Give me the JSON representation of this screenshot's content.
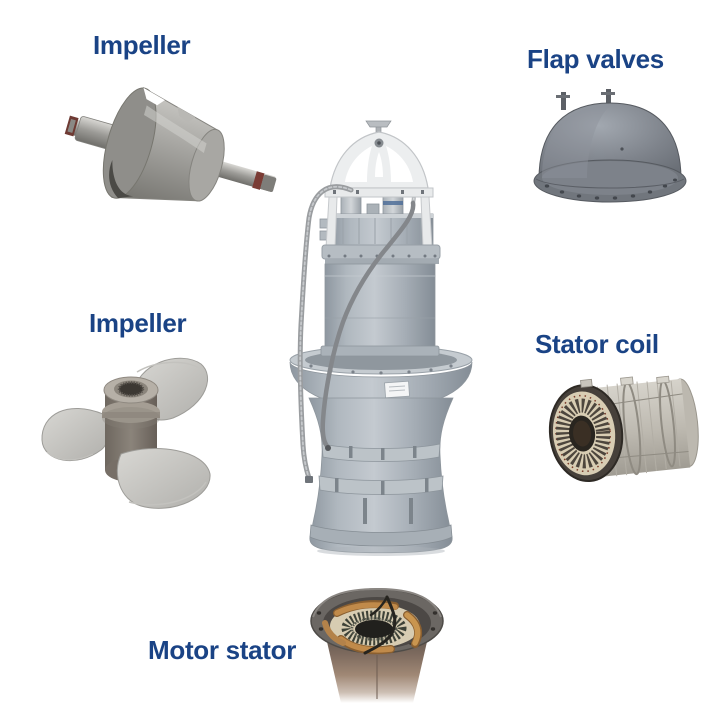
{
  "palette": {
    "background": "#ffffff",
    "label_color": "#1a4385",
    "pump_body_gray": "#aab2b9",
    "metal_silver": "#c8c7c3",
    "winding_cream": "#d8cdb3",
    "coil_tan": "#c08a4a",
    "housing_dark": "#6b6763"
  },
  "labels": {
    "impeller_top": "Impeller",
    "flap_valves": "Flap valves",
    "impeller_mid": "Impeller",
    "stator_coil": "Stator coil",
    "motor_stator": "Motor stator"
  },
  "figures": {
    "impeller_shaft": "impeller-with-shaft-photo",
    "flap_valve": "flap-valve-photo",
    "axial_impeller": "axial-impeller-propeller-photo",
    "stator_coil": "stator-coil-photo",
    "motor_stator": "motor-stator-photo",
    "pump": "submersible-axial-flow-pump-photo"
  }
}
